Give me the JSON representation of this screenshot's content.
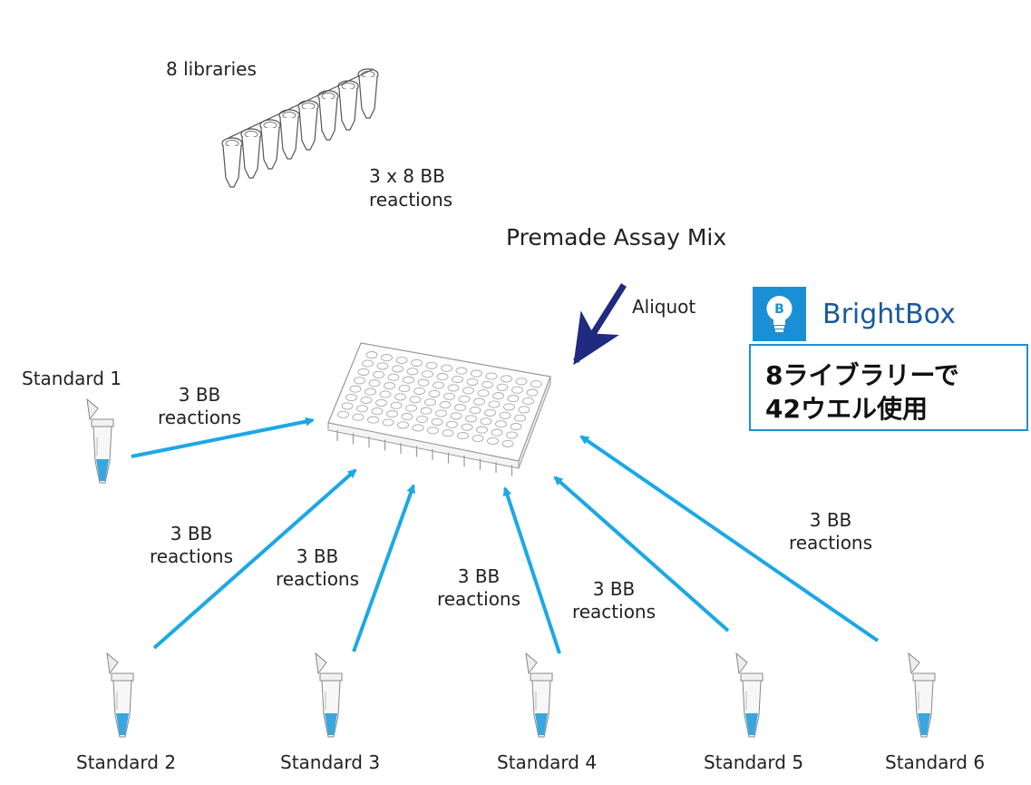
{
  "title": "Premade Assay Mix",
  "aliquot_label": "Aliquot",
  "libraries_label": "8 libraries",
  "library_reactions": [
    "3 x 8 BB",
    "reactions"
  ],
  "reaction_label": [
    "3 BB",
    "reactions"
  ],
  "standards": [
    "Standard 1",
    "Standard 2",
    "Standard 3",
    "Standard 4",
    "Standard 5",
    "Standard 6"
  ],
  "brightbox": {
    "name": "BrightBox",
    "note_line1": "8ライブラリーで",
    "note_line2": "42ウエル使用"
  },
  "colors": {
    "arrow": "#1ba8e6",
    "aliquot_arrow": "#1f2a80",
    "liquid": "#3aa6e0",
    "brand": "#1b8fd6"
  }
}
